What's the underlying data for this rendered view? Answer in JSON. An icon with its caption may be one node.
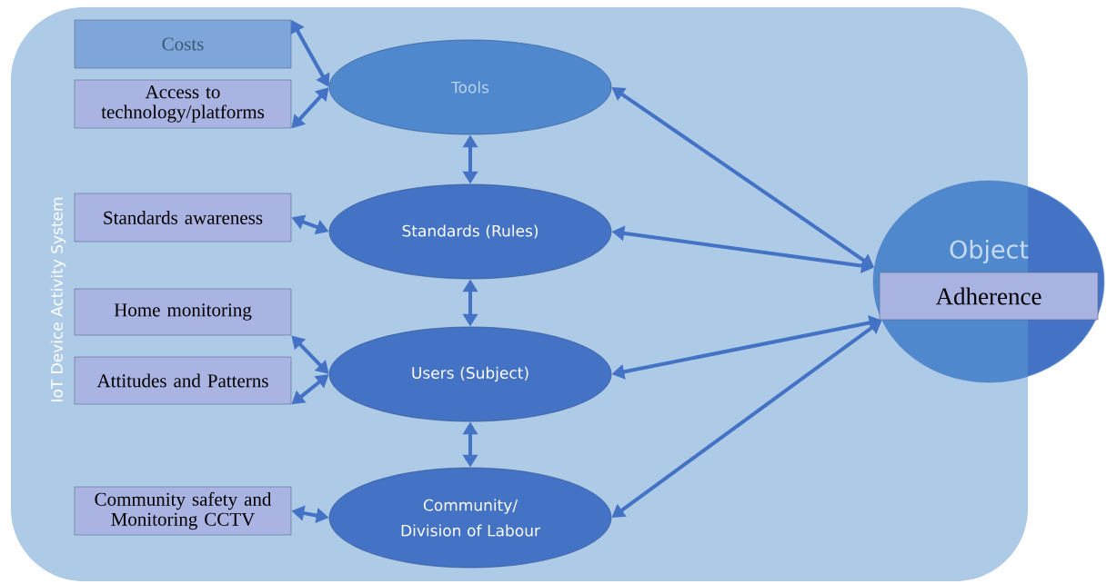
{
  "diagram": {
    "nodes": [
      {
        "text": [
          "IoT Device Activity System"
        ]
      },
      {
        "text": [
          "Costs"
        ],
        "in": 0
      },
      {
        "text": [
          "Access to technology/platforms"
        ],
        "in": 0
      },
      {
        "text": [
          "Tools"
        ],
        "in": 0
      },
      {
        "text": [
          "Standards awareness"
        ],
        "in": 0
      },
      {
        "text": [
          "Standards (Rules)"
        ],
        "in": 0
      },
      {
        "text": [
          "Home monitoring"
        ],
        "in": 0
      },
      {
        "text": [
          "Attitudes and Patterns"
        ],
        "in": 0
      },
      {
        "text": [
          "Users (Subject)"
        ],
        "in": 0
      },
      {
        "text": [
          "Community safety and Monitoring CCTV"
        ],
        "in": 0
      },
      {
        "text": [
          "Community/ Division of Labour"
        ],
        "in": 0
      },
      {
        "text": [
          "Object"
        ]
      },
      {
        "text": [
          "Adherence"
        ],
        "in": 11
      }
    ],
    "edges": [
      {
        "from": 1,
        "to": 3,
        "arrow": "both"
      },
      {
        "from": 2,
        "to": 3,
        "arrow": "both"
      },
      {
        "from": 3,
        "to": 5,
        "arrow": "both"
      },
      {
        "from": 4,
        "to": 5,
        "arrow": "both"
      },
      {
        "from": 5,
        "to": 8,
        "arrow": "both"
      },
      {
        "from": 6,
        "to": 8,
        "arrow": "both"
      },
      {
        "from": 7,
        "to": 8,
        "arrow": "both"
      },
      {
        "from": 8,
        "to": 10,
        "arrow": "both"
      },
      {
        "from": 9,
        "to": 10,
        "arrow": "both"
      },
      {
        "from": 3,
        "to": 11,
        "arrow": "both"
      },
      {
        "from": 5,
        "to": 11,
        "arrow": "both"
      },
      {
        "from": 8,
        "to": 11,
        "arrow": "both"
      },
      {
        "from": 10,
        "to": 11,
        "arrow": "both"
      }
    ]
  }
}
